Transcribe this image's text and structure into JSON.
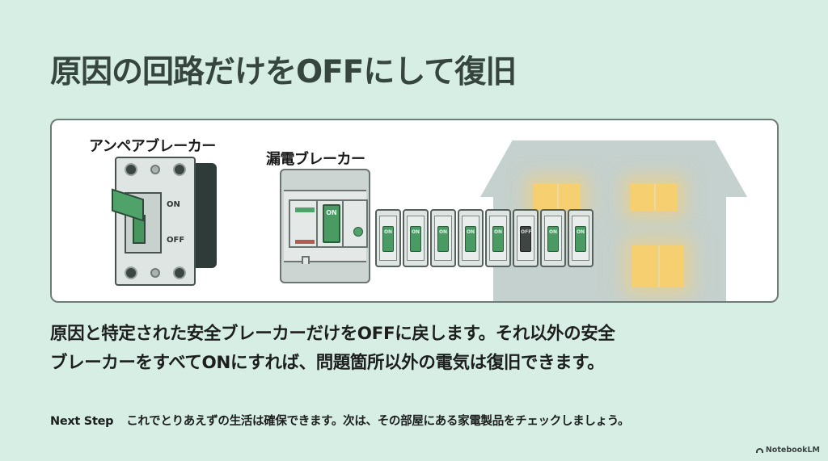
{
  "slide": {
    "title": "原因の回路だけをOFFにして復旧",
    "illustration": {
      "ampere_breaker": {
        "label": "アンペアブレーカー",
        "on_label": "ON",
        "off_label": "OFF"
      },
      "leakage_breaker": {
        "label": "漏電ブレーカー",
        "switch_label": "ON"
      },
      "safety_breakers": [
        {
          "state": "ON"
        },
        {
          "state": "ON"
        },
        {
          "state": "ON"
        },
        {
          "state": "ON"
        },
        {
          "state": "ON"
        },
        {
          "state": "OFF"
        },
        {
          "state": "ON"
        },
        {
          "state": "ON"
        }
      ]
    },
    "body": {
      "line1": "原因と特定された安全ブレーカーだけをOFFに戻します。それ以外の安全",
      "line2": "ブレーカーをすべてONにすれば、問題箇所以外の電気は復旧できます。"
    },
    "next_step": {
      "label": "Next Step",
      "text": "これでとりあえずの生活は確保できます。次は、その部屋にある家電製品をチェックしましょう。"
    },
    "brand": "NotebookLM"
  },
  "colors": {
    "background": "#d6eee4",
    "title": "#36463f",
    "switch_on": "#4a9a64",
    "switch_off": "#3e4543",
    "window_light": "#f6cf70"
  }
}
